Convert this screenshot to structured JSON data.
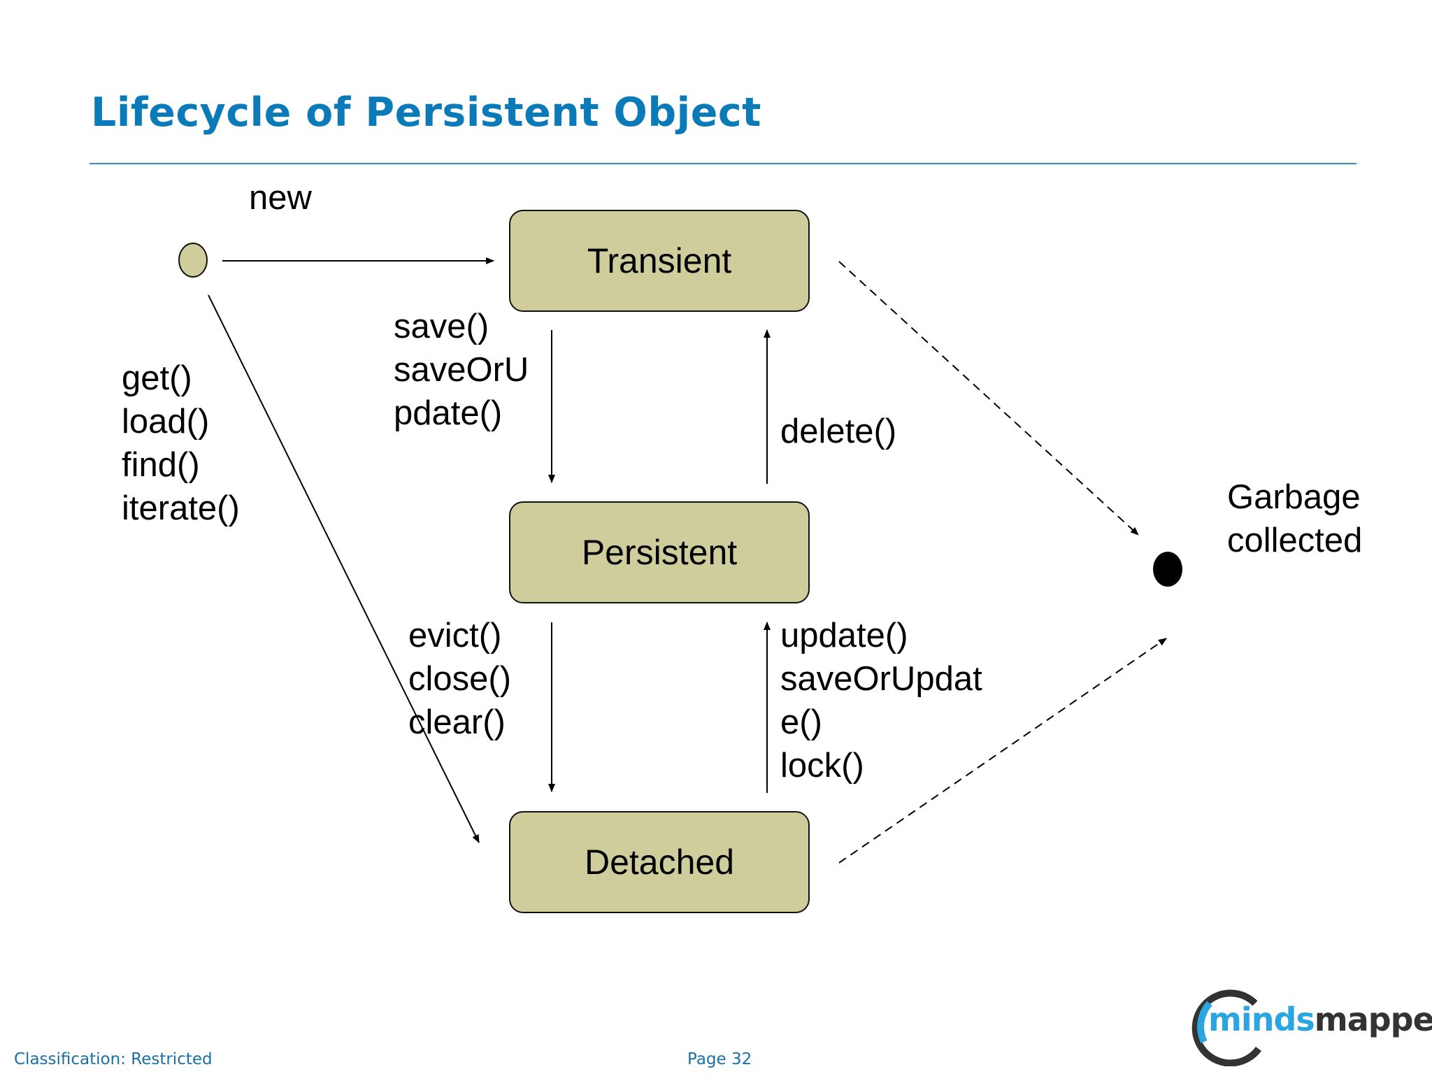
{
  "slide": {
    "title": "Lifecycle of Persistent Object"
  },
  "states": {
    "transient": "Transient",
    "persistent": "Persistent",
    "detached": "Detached"
  },
  "transitions": {
    "new": "new",
    "query": [
      "get()",
      "load()",
      "find()",
      "iterate()"
    ],
    "save": [
      "save()",
      "saveOrU",
      "pdate()"
    ],
    "delete": "delete()",
    "evict": [
      "evict()",
      "close()",
      "clear()"
    ],
    "update": [
      "update()",
      "saveOrUpdat",
      "e()",
      "lock()"
    ]
  },
  "end_state": {
    "label_line1": "Garbage",
    "label_line2": "collected"
  },
  "footer": {
    "classification": "Classification: Restricted",
    "page": "Page 32"
  },
  "logo": {
    "part1": "minds",
    "part2": "mapped"
  },
  "colors": {
    "title": "#0a7bb8",
    "state_fill": "#cfcd9c",
    "rule": "#2f8fc4",
    "footer": "#1a6fa5",
    "logo_accent": "#2aa5e0"
  }
}
